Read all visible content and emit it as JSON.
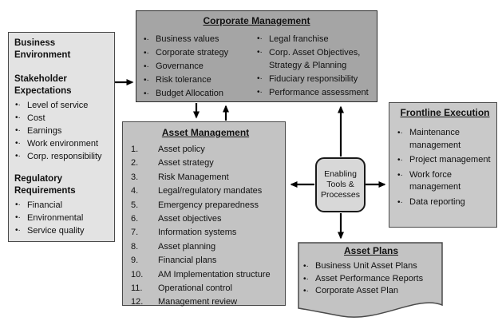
{
  "business_environment": {
    "heading1": "Business Environment",
    "heading2": "Stakeholder Expectations",
    "stakeholder_items": [
      "Level of service",
      "Cost",
      "Earnings",
      "Work environment",
      "Corp. responsibility"
    ],
    "heading3": "Regulatory Requirements",
    "regulatory_items": [
      "Financial",
      "Environmental",
      "Service quality"
    ]
  },
  "corporate_management": {
    "title": "Corporate Management",
    "col1_items": [
      "Business values",
      "Corporate strategy",
      "Governance",
      "Risk tolerance",
      "Budget Allocation"
    ],
    "col2_items": [
      "Legal franchise",
      "Corp. Asset Objectives, Strategy & Planning",
      "Fiduciary responsibility",
      "Performance assessment"
    ]
  },
  "asset_management": {
    "title": "Asset Management",
    "items": [
      "Asset policy",
      "Asset strategy",
      "Risk Management",
      "Legal/regulatory mandates",
      "Emergency preparedness",
      "Asset objectives",
      "Information systems",
      "Asset planning",
      "Financial plans",
      "AM Implementation structure",
      "Operational control",
      "Management review"
    ]
  },
  "frontline_execution": {
    "title": "Frontline Execution",
    "items": [
      "Maintenance management",
      "Project management",
      "Work force management",
      "Data reporting"
    ]
  },
  "enabling_hub": {
    "label": "Enabling Tools & Processes"
  },
  "asset_plans": {
    "title": "Asset Plans",
    "items": [
      "Business Unit Asset Plans",
      "Asset Performance Reports",
      "Corporate Asset Plan"
    ]
  },
  "colors": {
    "be-fill": "#e3e3e3",
    "cm-fill": "#a5a5a5",
    "am-fill": "#c3c3c3",
    "fe-fill": "#c9c9c9",
    "en-fill": "#d8d8d8",
    "ap-fill": "#c3c3c3",
    "arrow": "#000000"
  }
}
